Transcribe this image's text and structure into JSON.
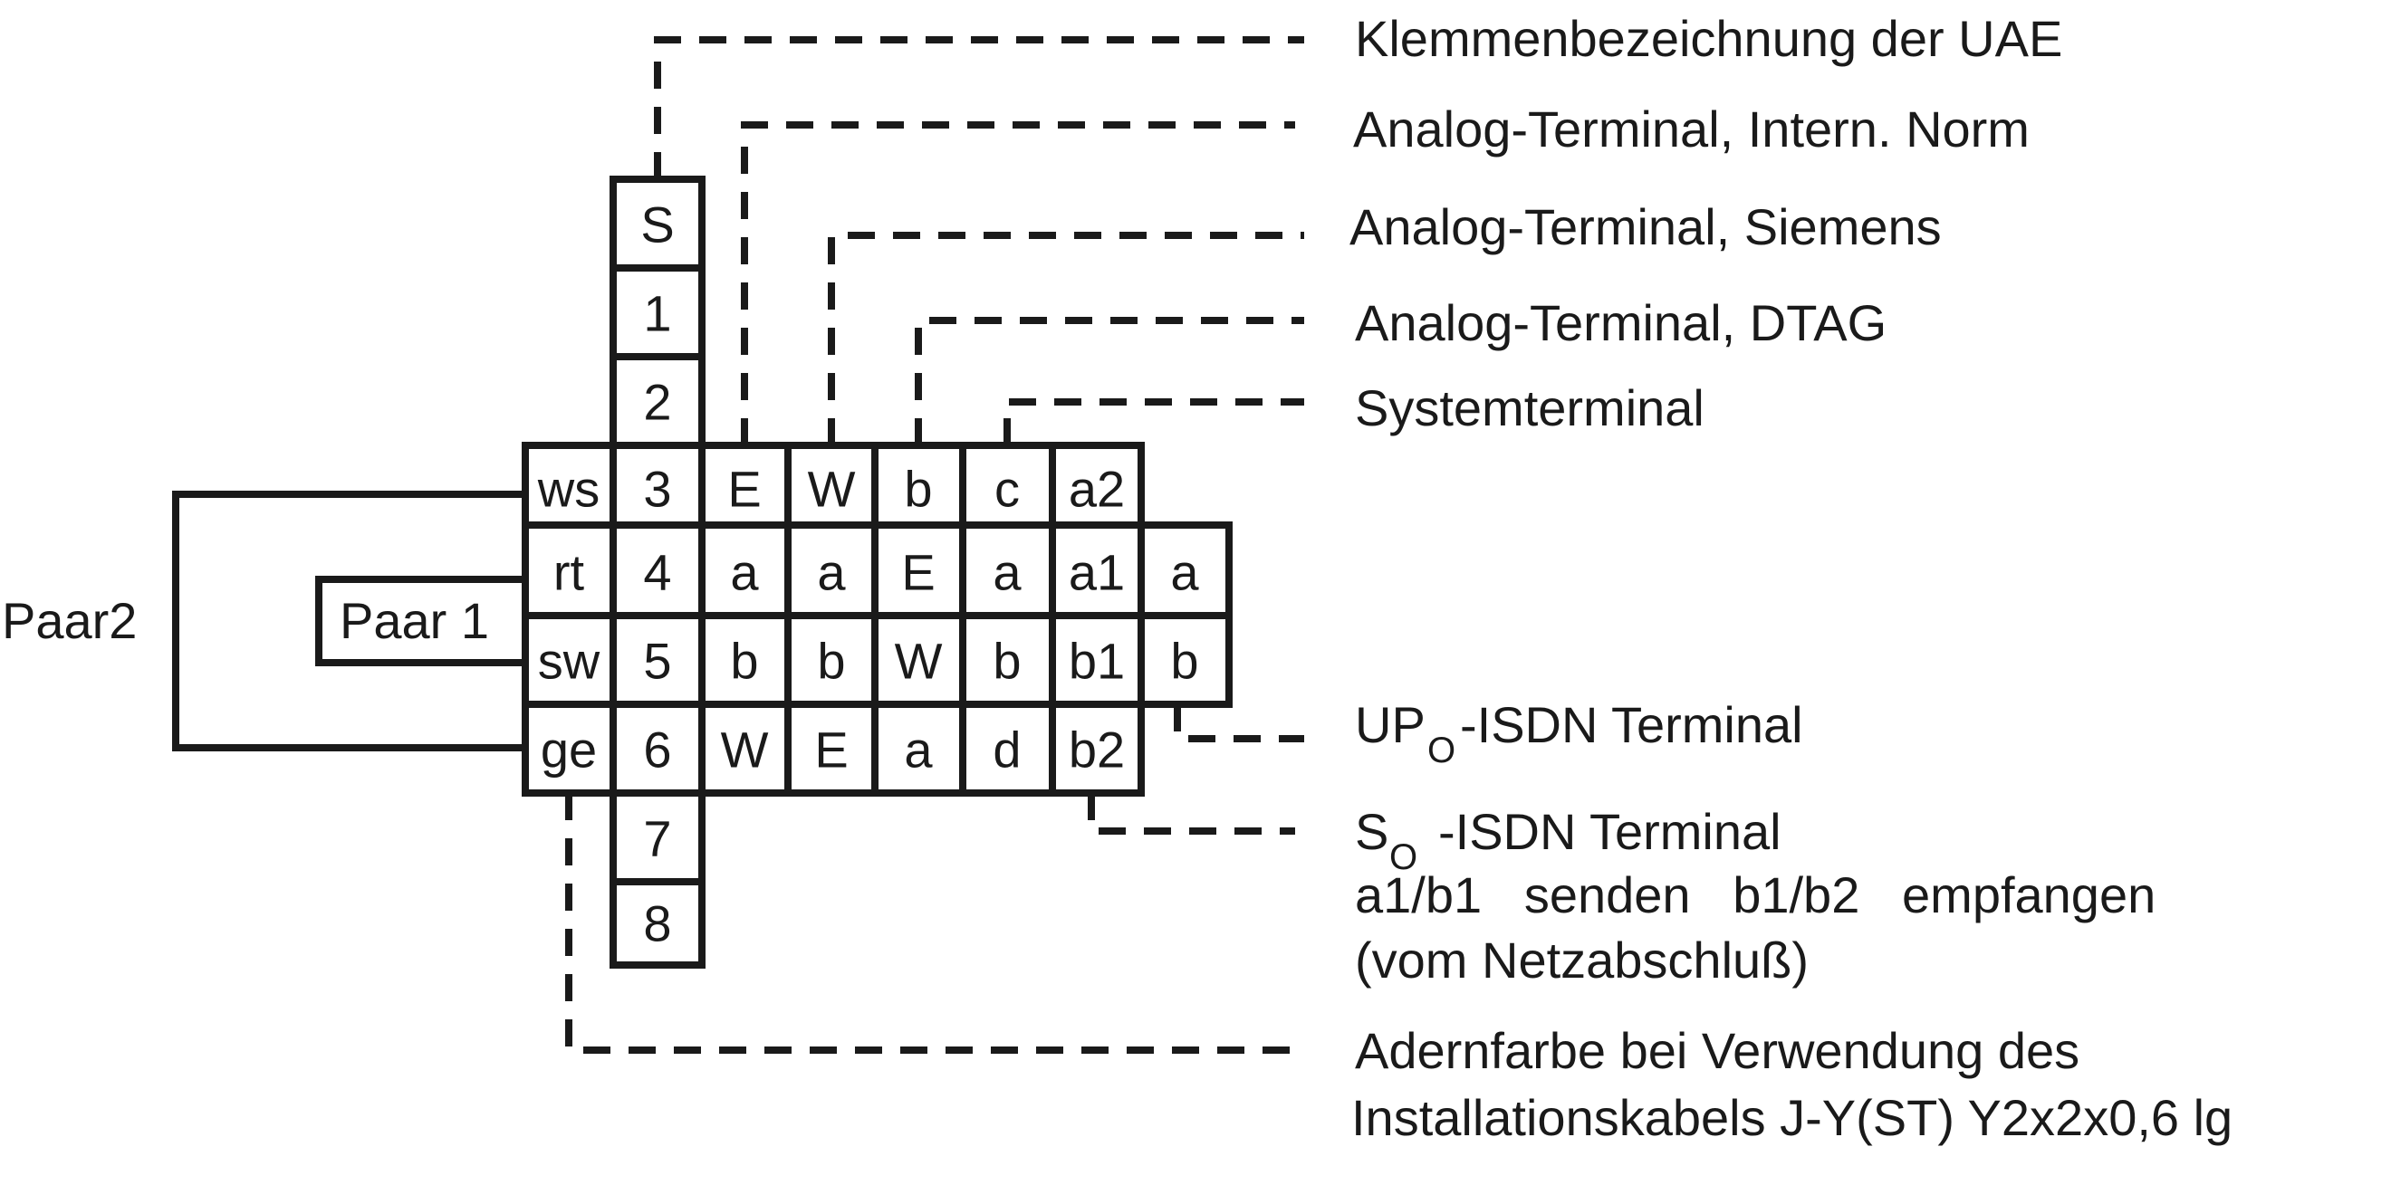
{
  "grid": {
    "column_S": [
      "S",
      "1",
      "2",
      "3",
      "4",
      "5",
      "6",
      "7",
      "8"
    ],
    "row_3": [
      "ws",
      "3",
      "E",
      "W",
      "b",
      "c",
      "a2"
    ],
    "row_4": [
      "rt",
      "4",
      "a",
      "a",
      "E",
      "a",
      "a1",
      "a"
    ],
    "row_5": [
      "sw",
      "5",
      "b",
      "b",
      "W",
      "b",
      "b1",
      "b"
    ],
    "row_6": [
      "ge",
      "6",
      "W",
      "E",
      "a",
      "d",
      "b2"
    ]
  },
  "pairs": {
    "pair1": "Paar 1",
    "pair2": "Paar2"
  },
  "legend": {
    "uae": "Klemmenbezeichnung der UAE",
    "intern_norm": "Analog-Terminal, Intern. Norm",
    "siemens": "Analog-Terminal, Siemens",
    "dtag": "Analog-Terminal, DTAG",
    "system": "Systemterminal",
    "up0_main": "UP",
    "up0_sub": "O",
    "up0_rest": "-ISDN Terminal",
    "s0_main": "S",
    "s0_sub": "O",
    "s0_rest": "-ISDN Terminal",
    "s0_note1": "a1/b1   senden   b1/b2   empfangen",
    "s0_note2": "(vom Netzabschluß)",
    "cable_line1": "Adernfarbe bei Verwendung des",
    "cable_line2": "Installationskabels J-Y(ST) Y2x2x0,6 lg"
  }
}
